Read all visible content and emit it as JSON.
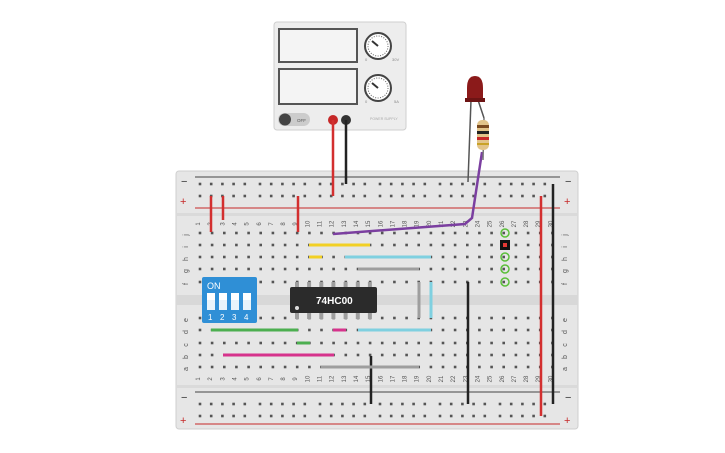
{
  "power_supply": {
    "off_label": "OFF",
    "brand_label": "POWER SUPPLY",
    "voltage_scale_label": "30V",
    "current_scale_label": "5A",
    "knob_min_label": "0",
    "voltage_knob_icon": "dial-knob-icon",
    "current_knob_icon": "dial-knob-icon",
    "terminal_positive_color": "#c62828",
    "terminal_negative_color": "#333333"
  },
  "breadboard": {
    "rail_minus": "−",
    "rail_plus": "+",
    "row_letters_top": [
      "j",
      "i",
      "h",
      "g",
      "f"
    ],
    "row_letters_bottom": [
      "e",
      "d",
      "c",
      "b",
      "a"
    ],
    "column_numbers": [
      "1",
      "2",
      "3",
      "4",
      "5",
      "6",
      "7",
      "8",
      "9",
      "10",
      "11",
      "12",
      "13",
      "14",
      "15",
      "16",
      "17",
      "18",
      "19",
      "20",
      "21",
      "22",
      "23",
      "24",
      "25",
      "26",
      "27",
      "28",
      "29",
      "30"
    ]
  },
  "dip_switch": {
    "on_label": "ON",
    "switch_numbers": [
      "1",
      "2",
      "3",
      "4"
    ],
    "color": "#2f8fd6"
  },
  "chip": {
    "label": "74HC00"
  },
  "led": {
    "color": "#8b1a1a"
  },
  "colors": {
    "wire_red": "#d32f2f",
    "wire_black": "#222222",
    "wire_purple": "#7b3fa0",
    "wire_yellow": "#f2d024",
    "wire_cyan": "#7fd0e0",
    "wire_gray": "#9e9e9e",
    "wire_green": "#4caf50",
    "wire_pink": "#d6338c"
  }
}
